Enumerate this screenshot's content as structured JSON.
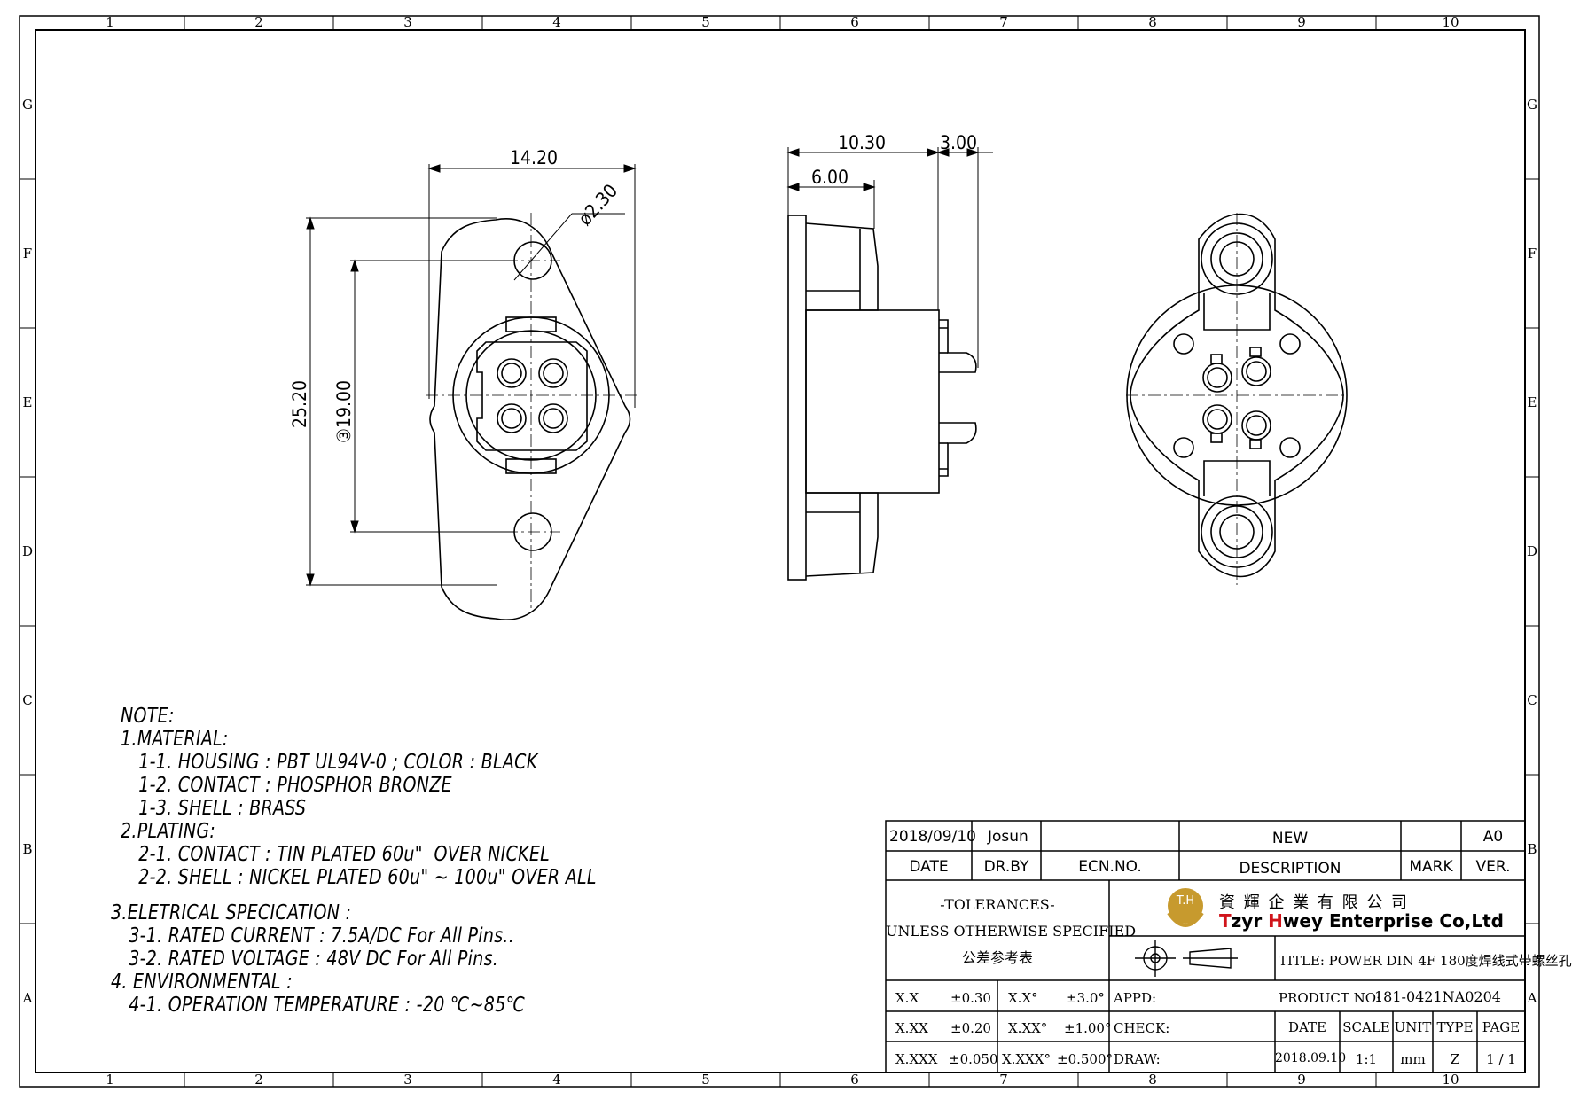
{
  "ruler": {
    "columns": [
      "1",
      "2",
      "3",
      "4",
      "5",
      "6",
      "7",
      "8",
      "9",
      "10"
    ],
    "rows": [
      "G",
      "F",
      "E",
      "D",
      "C",
      "B",
      "A"
    ]
  },
  "dimensions": {
    "front_width": "14.20",
    "front_hole": "ø2.30",
    "front_height": "25.20",
    "front_pitch": "③19.00",
    "side_depth": "10.30",
    "side_pin": "3.00",
    "side_body": "6.00"
  },
  "notes": {
    "title": "NOTE:",
    "material": "1.MATERIAL:",
    "m1": "1-1. HOUSING : PBT UL94V-0 ; COLOR : BLACK",
    "m2": "1-2. CONTACT : PHOSPHOR BRONZE",
    "m3": "1-3. SHELL : BRASS",
    "plating": "2.PLATING:",
    "p1": "2-1. CONTACT : TIN PLATED 60u\"  OVER NICKEL",
    "p2": "2-2. SHELL : NICKEL PLATED 60u\" ~ 100u\" OVER ALL",
    "electrical": "3.ELETRICAL SPECICATION :",
    "e1": "3-1. RATED CURRENT : 7.5A/DC For All Pins..",
    "e2": "3-2. RATED VOLTAGE : 48V DC For All Pins.",
    "environmental": "4. ENVIRONMENTAL :",
    "env1": "4-1. OPERATION TEMPERATURE : -20 ℃~85℃"
  },
  "title_block": {
    "rev_date": "2018/09/10",
    "rev_drby": "Josun",
    "rev_desc": "NEW",
    "rev_ver": "A0",
    "h_date": "DATE",
    "h_drby": "DR.BY",
    "h_ecn": "ECN.NO.",
    "h_desc": "DESCRIPTION",
    "h_mark": "MARK",
    "h_ver": "VER.",
    "tol_1": "-TOLERANCES-",
    "tol_2": "UNLESS OTHERWISE SPECIFIED",
    "tol_3": "公差参考表",
    "logo_mark": "T.H",
    "company_cn": "資 輝 企 業 有 限 公 司",
    "company_t": "T",
    "company_zyr": "zyr ",
    "company_h": "H",
    "company_rest": "wey Enterprise Co,Ltd",
    "title": "TITLE: POWER DIN 4F 180度焊线式带螺丝孔",
    "t1_a": "X.X",
    "t1_b": "±0.30",
    "t1_c": "X.X°",
    "t1_d": "±3.0°",
    "t2_a": "X.XX",
    "t2_b": "±0.20",
    "t2_c": "X.XX°",
    "t2_d": "±1.00°",
    "t3_a": "X.XXX",
    "t3_b": "±0.050",
    "t3_c": "X.XXX°",
    "t3_d": "±0.500°",
    "appd": "APPD:",
    "check": "CHECK:",
    "draw": "DRAW:",
    "product_no_label": "PRODUCT NO:",
    "product_no": "181-0421NA0204",
    "h2_date": "DATE",
    "h2_scale": "SCALE",
    "h2_unit": "UNIT",
    "h2_type": "TYPE",
    "h2_page": "PAGE",
    "date": "2018.09.10",
    "scale": "1:1",
    "unit": "mm",
    "type": "Z",
    "page": "1 / 1"
  },
  "colors": {
    "logo_gold": "#c79a2e",
    "highlight_red": "#d0141b"
  }
}
